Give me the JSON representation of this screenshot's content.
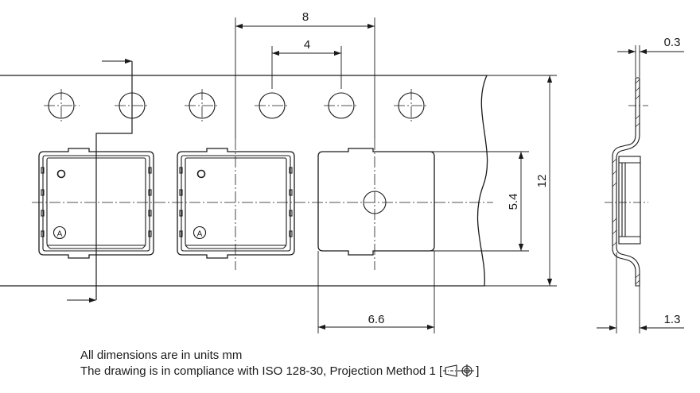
{
  "dimensions": {
    "pitch_sprocket": "8",
    "pitch_component": "4",
    "tape_width": "12",
    "pocket_height": "5.4",
    "pocket_width": "6.6",
    "tape_thickness": "0.3",
    "pocket_depth": "1.3"
  },
  "part_marking": "A",
  "notes": {
    "line1": "All dimensions are in units mm",
    "line2_prefix": "The drawing is in compliance with ISO 128-30, Projection Method 1 [",
    "line2_suffix": "]"
  },
  "colors": {
    "line": "#1a1a1a",
    "tape_fill": "#ffffff",
    "background": "#ffffff"
  },
  "icons": {
    "projection": "first-angle-projection-symbol",
    "arrow": "feed-direction-arrow"
  }
}
